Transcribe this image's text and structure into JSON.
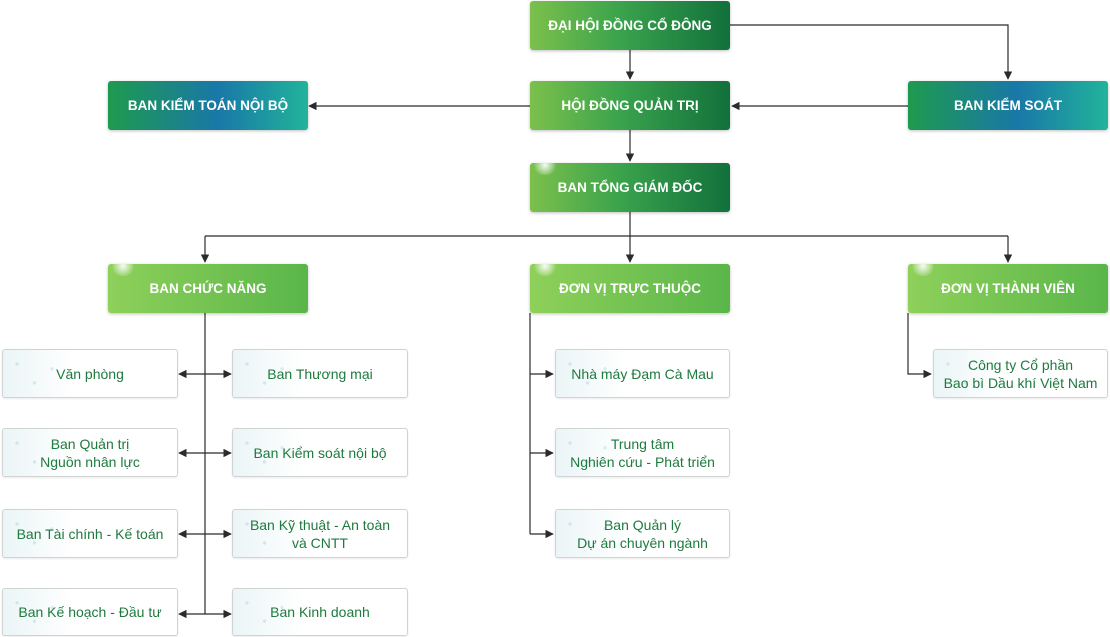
{
  "org_chart": {
    "shareholders": "ĐẠI HỘI ĐỒNG CỔ ĐÔNG",
    "board": "HỘI ĐỒNG QUẢN TRỊ",
    "internal_audit": "BAN KIỂM TOÁN NỘI BỘ",
    "supervisory": "BAN KIỂM SOÁT",
    "ceo": "BAN TỔNG GIÁM ĐỐC",
    "functional": "BAN CHỨC NĂNG",
    "affiliated": "ĐƠN VỊ TRỰC THUỘC",
    "members": "ĐƠN VỊ THÀNH VIÊN",
    "functional_left": [
      "Văn phòng",
      "Ban Quản trị\nNguồn nhân lực",
      "Ban Tài chính - Kế toán",
      "Ban Kế hoạch - Đầu tư"
    ],
    "functional_right": [
      "Ban Thương mại",
      "Ban Kiểm soát nội bộ",
      "Ban Kỹ thuật - An toàn\nvà CNTT",
      "Ban Kinh doanh"
    ],
    "affiliated_units": [
      "Nhà máy Đạm Cà Mau",
      "Trung tâm\nNghiên cứu - Phát triển",
      "Ban Quản lý\nDự án chuyên ngành"
    ],
    "member_units": [
      "Công ty Cổ phần\nBao bì Dầu khí Việt Nam"
    ]
  },
  "colors": {
    "line": "#2b2b2b",
    "leaf_text": "#1e7a3e",
    "header_green_dark": "#12703c",
    "header_green_light": "#8ed05a",
    "header_blue": "#1978a8"
  }
}
